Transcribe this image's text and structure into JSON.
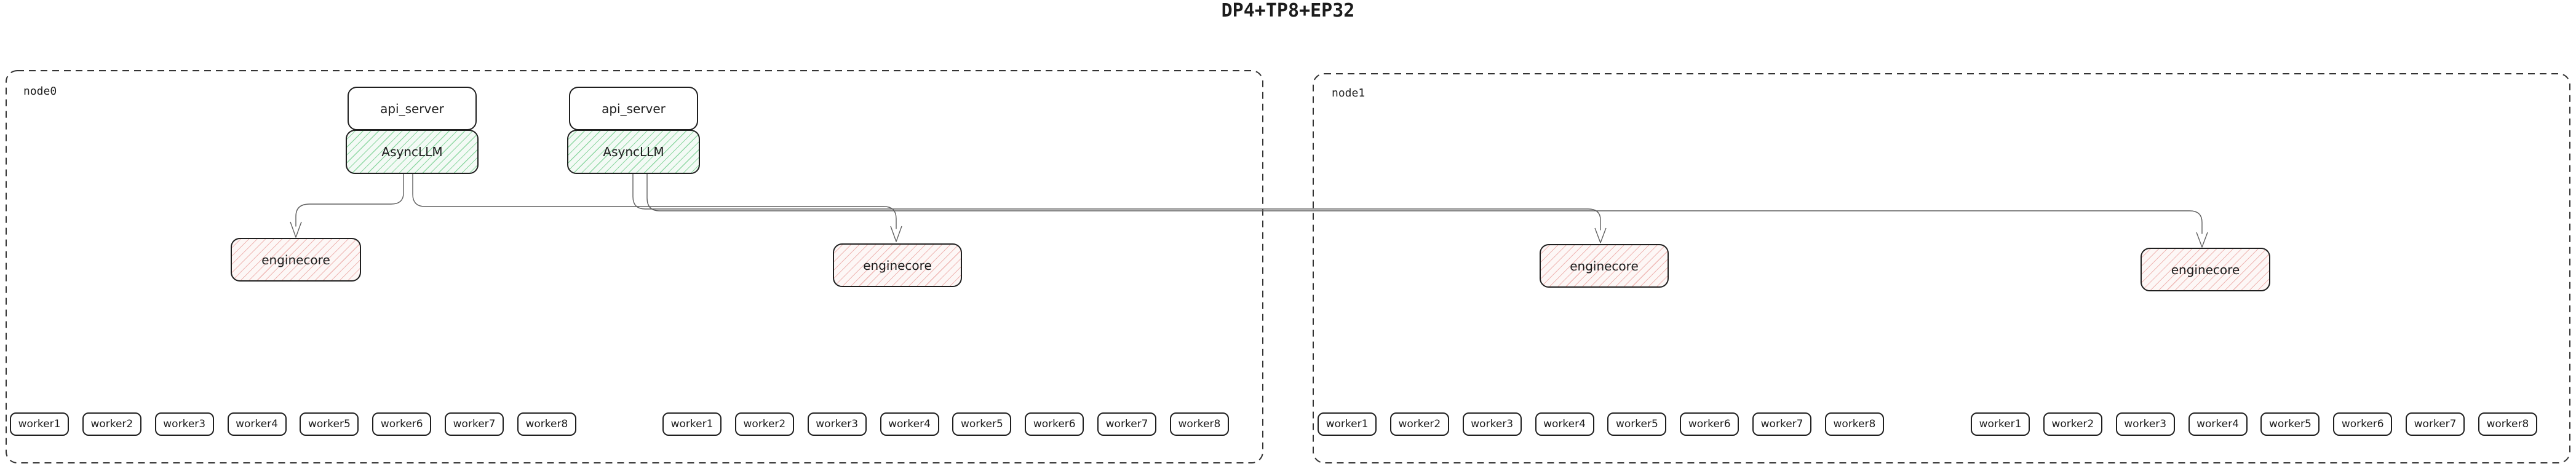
{
  "title": "DP4+TP8+EP32",
  "colors": {
    "edge": "#5f5f5f",
    "boxborder": "#1f1f1f",
    "asyncfill": "#f3faf5",
    "asynchatch": "#90d8a4",
    "enginefill": "#fdf7f6",
    "enginehatch": "#efb7b4",
    "nodeborder": "#333333",
    "ink": "#1c1c1c"
  },
  "labels": {
    "api_server": "api_server",
    "asyncllm": "AsyncLLM",
    "enginecore": "enginecore"
  },
  "node0": {
    "label": "node0"
  },
  "node1": {
    "label": "node1"
  },
  "workers": {
    "g1": [
      "worker1",
      "worker2",
      "worker3",
      "worker4",
      "worker5",
      "worker6",
      "worker7",
      "worker8"
    ],
    "g2": [
      "worker1",
      "worker2",
      "worker3",
      "worker4",
      "worker5",
      "worker6",
      "worker7",
      "worker8"
    ],
    "g3": [
      "worker1",
      "worker2",
      "worker3",
      "worker4",
      "worker5",
      "worker6",
      "worker7",
      "worker8"
    ],
    "g4": [
      "worker1",
      "worker2",
      "worker3",
      "worker4",
      "worker5",
      "worker6",
      "worker7",
      "worker8"
    ]
  }
}
